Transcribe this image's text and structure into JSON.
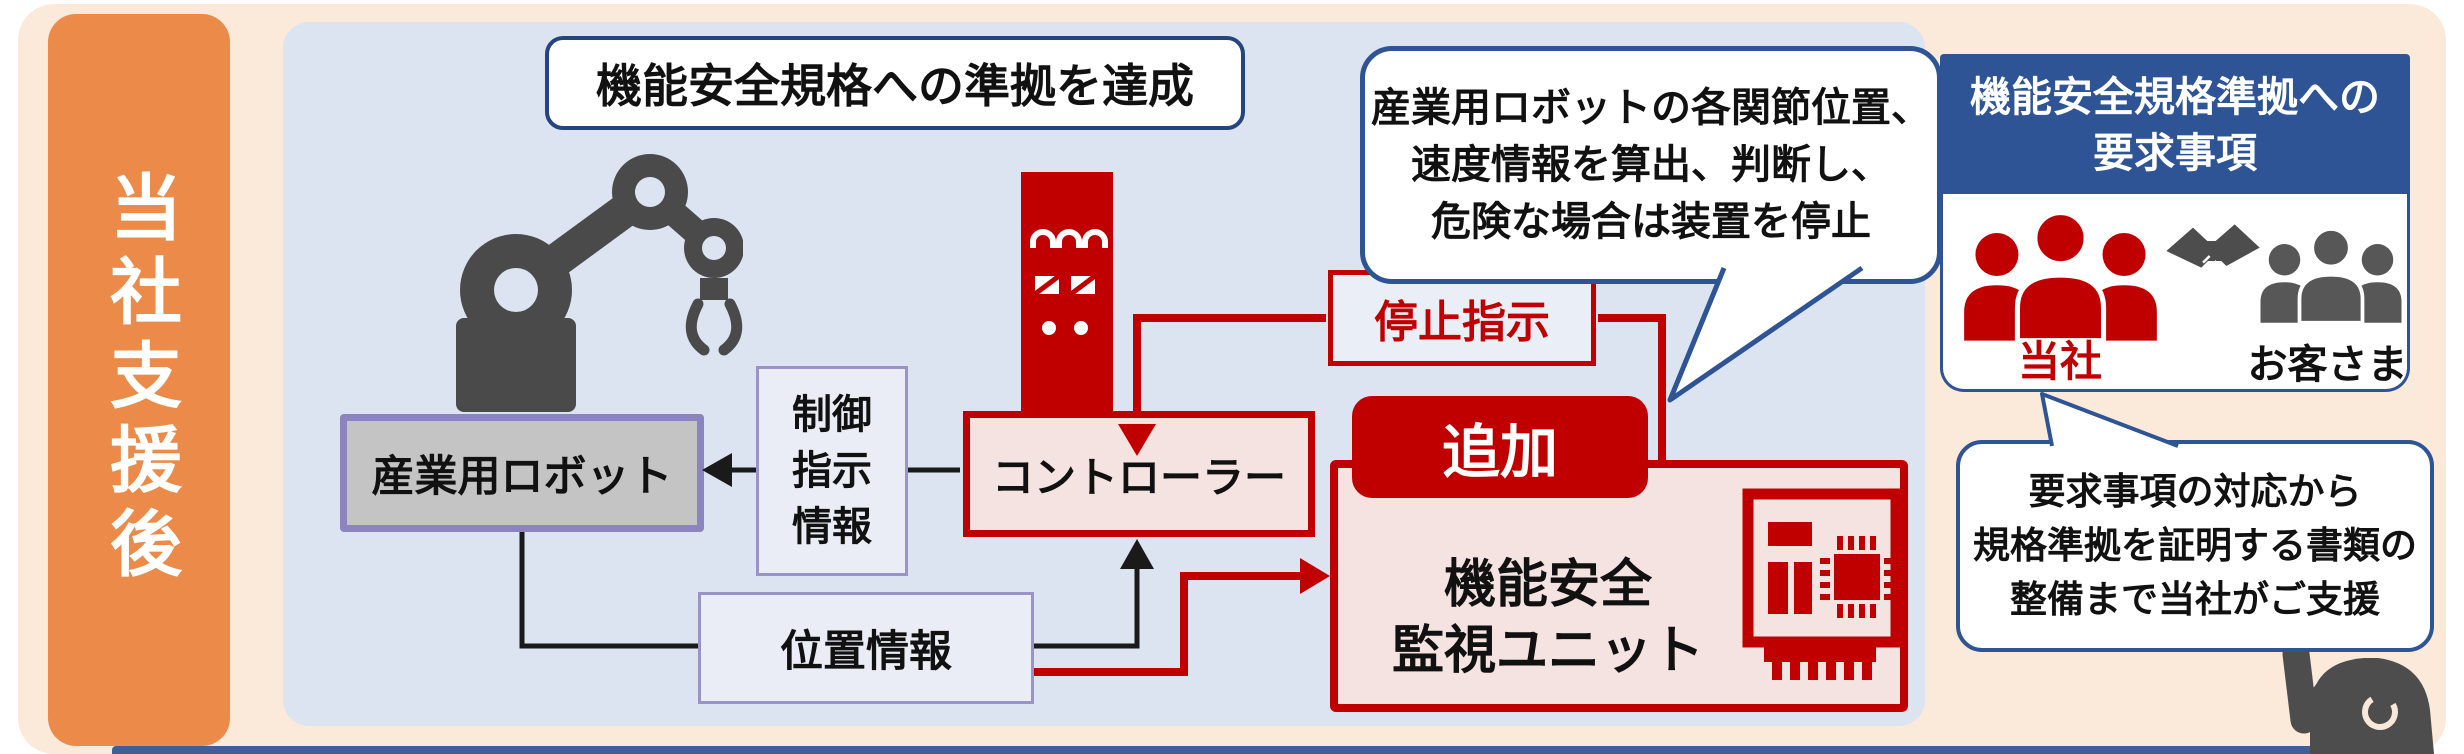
{
  "phase_label": "当社支援後",
  "achievement_banner": "機能安全規格への準拠を達成",
  "boxes": {
    "industrial_robot": "産業用ロボット",
    "control_info_lines": [
      "制御",
      "指示",
      "情報"
    ],
    "controller": "コントローラー",
    "position_info": "位置情報",
    "stop_instruction": "停止指示",
    "add_badge": "追加",
    "safety_unit_lines": [
      "機能安全",
      "監視ユニット"
    ]
  },
  "monitor_bubble_lines": [
    "産業用ロボットの各関節位置、",
    "速度情報を算出、判断し、",
    "危険な場合は装置を停止"
  ],
  "requirements": {
    "title_lines": [
      "機能安全規格準拠への",
      "要求事項"
    ],
    "our_company_label": "当社",
    "customer_label": "お客さま"
  },
  "support_bubble_lines": [
    "要求事項の対応から",
    "規格準拠を証明する書類の",
    "整備まで当社がご支援"
  ],
  "colors": {
    "accent_red": "#C00000",
    "navy": "#2E5496",
    "orange": "#EC8B49",
    "panel_blue": "#DBE4F0",
    "cream": "#FBE9DA",
    "pink_fill": "#F5E3E2",
    "icon_gray": "#4A4A4A"
  }
}
